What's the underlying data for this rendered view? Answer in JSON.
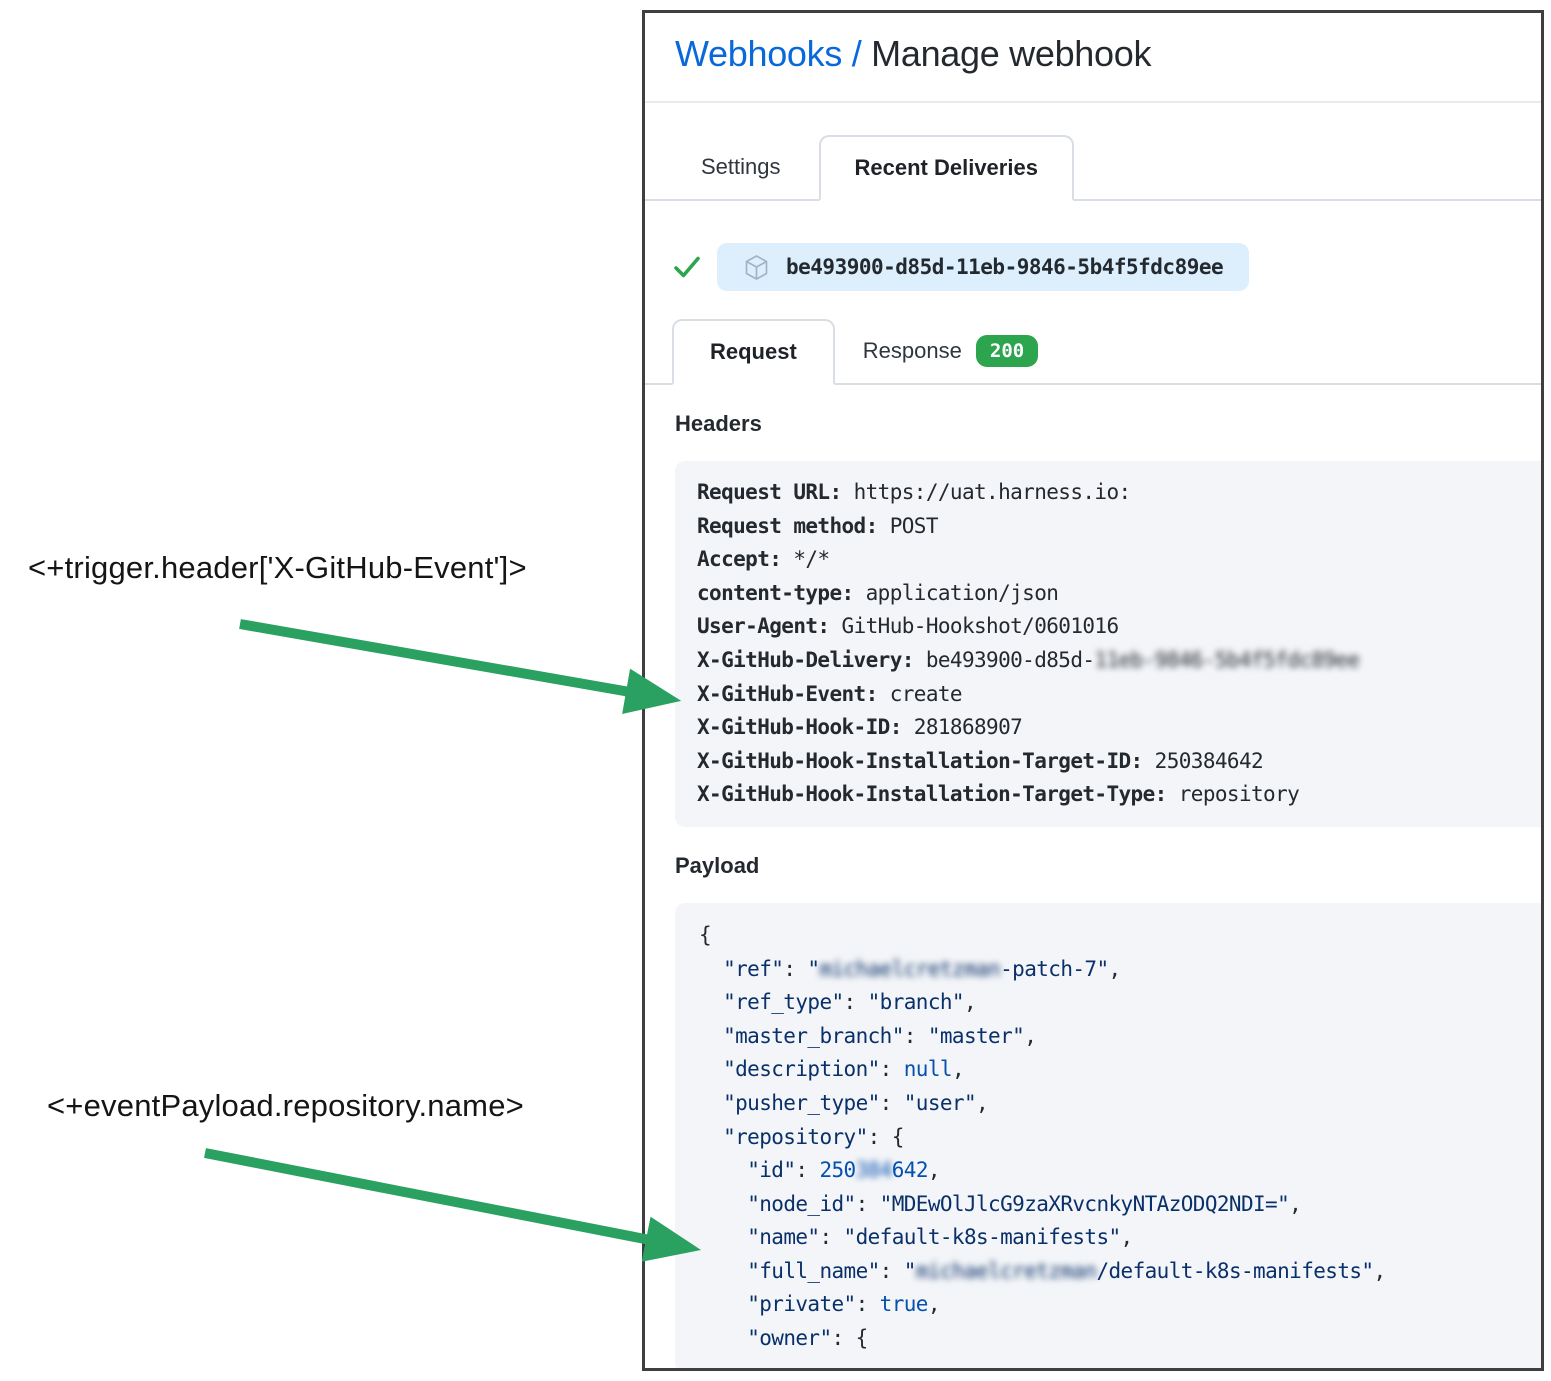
{
  "annotations": {
    "trigger_expression": "<+trigger.header['X-GitHub-Event']>",
    "payload_expression": "<+eventPayload.repository.name>"
  },
  "panel": {
    "breadcrumb": {
      "link": "Webhooks",
      "separator": "/",
      "current": "Manage webhook"
    },
    "tabs": [
      {
        "label": "Settings",
        "active": false
      },
      {
        "label": "Recent Deliveries",
        "active": true
      }
    ],
    "delivery": {
      "id": "be493900-d85d-11eb-9846-5b4f5fdc89ee"
    },
    "request_tabs": [
      {
        "label": "Request",
        "active": true
      },
      {
        "label": "Response",
        "badge": "200",
        "active": false
      }
    ],
    "headers_section": {
      "title": "Headers",
      "lines": [
        {
          "name": "Request URL",
          "value": "https://uat.harness.io:"
        },
        {
          "name": "Request method",
          "value": "POST"
        },
        {
          "name": "Accept",
          "value": "*/*"
        },
        {
          "name": "content-type",
          "value": "application/json"
        },
        {
          "name": "User-Agent",
          "value": "GitHub-Hookshot/0601016"
        },
        {
          "name": "X-GitHub-Delivery",
          "value": "be493900-d85d-",
          "blurred": "11eb-9846-5b4f5fdc89ee"
        },
        {
          "name": "X-GitHub-Event",
          "value": "create"
        },
        {
          "name": "X-GitHub-Hook-ID",
          "value": "281868907"
        },
        {
          "name": "X-GitHub-Hook-Installation-Target-ID",
          "value": "250384642"
        },
        {
          "name": "X-GitHub-Hook-Installation-Target-Type",
          "value": "repository"
        }
      ]
    },
    "payload_section": {
      "title": "Payload",
      "lines": [
        [
          {
            "t": "{",
            "c": "p"
          }
        ],
        [
          {
            "t": "  ",
            "c": "p"
          },
          {
            "t": "\"ref\"",
            "c": "s"
          },
          {
            "t": ": ",
            "c": "p"
          },
          {
            "t": "\"",
            "c": "s"
          },
          {
            "t": "michaelcretzman",
            "c": "s",
            "blur": true
          },
          {
            "t": "-patch-7\"",
            "c": "s"
          },
          {
            "t": ",",
            "c": "p"
          }
        ],
        [
          {
            "t": "  ",
            "c": "p"
          },
          {
            "t": "\"ref_type\"",
            "c": "s"
          },
          {
            "t": ": ",
            "c": "p"
          },
          {
            "t": "\"branch\"",
            "c": "s"
          },
          {
            "t": ",",
            "c": "p"
          }
        ],
        [
          {
            "t": "  ",
            "c": "p"
          },
          {
            "t": "\"master_branch\"",
            "c": "s"
          },
          {
            "t": ": ",
            "c": "p"
          },
          {
            "t": "\"master\"",
            "c": "s"
          },
          {
            "t": ",",
            "c": "p"
          }
        ],
        [
          {
            "t": "  ",
            "c": "p"
          },
          {
            "t": "\"description\"",
            "c": "s"
          },
          {
            "t": ": ",
            "c": "p"
          },
          {
            "t": "null",
            "c": "c"
          },
          {
            "t": ",",
            "c": "p"
          }
        ],
        [
          {
            "t": "  ",
            "c": "p"
          },
          {
            "t": "\"pusher_type\"",
            "c": "s"
          },
          {
            "t": ": ",
            "c": "p"
          },
          {
            "t": "\"user\"",
            "c": "s"
          },
          {
            "t": ",",
            "c": "p"
          }
        ],
        [
          {
            "t": "  ",
            "c": "p"
          },
          {
            "t": "\"repository\"",
            "c": "s"
          },
          {
            "t": ": {",
            "c": "p"
          }
        ],
        [
          {
            "t": "    ",
            "c": "p"
          },
          {
            "t": "\"id\"",
            "c": "s"
          },
          {
            "t": ": ",
            "c": "p"
          },
          {
            "t": "250",
            "c": "c"
          },
          {
            "t": "384",
            "c": "c",
            "blur": true
          },
          {
            "t": "642",
            "c": "c"
          },
          {
            "t": ",",
            "c": "p"
          }
        ],
        [
          {
            "t": "    ",
            "c": "p"
          },
          {
            "t": "\"node_id\"",
            "c": "s"
          },
          {
            "t": ": ",
            "c": "p"
          },
          {
            "t": "\"MDEwOlJlcG9zaXRvcnkyNTAzODQ2NDI=\"",
            "c": "s"
          },
          {
            "t": ",",
            "c": "p"
          }
        ],
        [
          {
            "t": "    ",
            "c": "p"
          },
          {
            "t": "\"name\"",
            "c": "s"
          },
          {
            "t": ": ",
            "c": "p"
          },
          {
            "t": "\"default-k8s-manifests\"",
            "c": "s"
          },
          {
            "t": ",",
            "c": "p"
          }
        ],
        [
          {
            "t": "    ",
            "c": "p"
          },
          {
            "t": "\"full_name\"",
            "c": "s"
          },
          {
            "t": ": ",
            "c": "p"
          },
          {
            "t": "\"",
            "c": "s"
          },
          {
            "t": "michaelcretzman",
            "c": "s",
            "blur": true
          },
          {
            "t": "/default-k8s-manifests\"",
            "c": "s"
          },
          {
            "t": ",",
            "c": "p"
          }
        ],
        [
          {
            "t": "    ",
            "c": "p"
          },
          {
            "t": "\"private\"",
            "c": "s"
          },
          {
            "t": ": ",
            "c": "p"
          },
          {
            "t": "true",
            "c": "c"
          },
          {
            "t": ",",
            "c": "p"
          }
        ],
        [
          {
            "t": "    ",
            "c": "p"
          },
          {
            "t": "\"owner\"",
            "c": "s"
          },
          {
            "t": ": {",
            "c": "p"
          }
        ]
      ]
    }
  },
  "colors": {
    "arrow_green": "#2aa161",
    "success_green": "#2da44e",
    "link_blue": "#0969da",
    "json_string": "#0a3069",
    "json_constant": "#0550ae",
    "code_background": "#f3f5f8",
    "delivery_pill_background": "#ddeffd",
    "frame_border": "#3f3f3f"
  }
}
